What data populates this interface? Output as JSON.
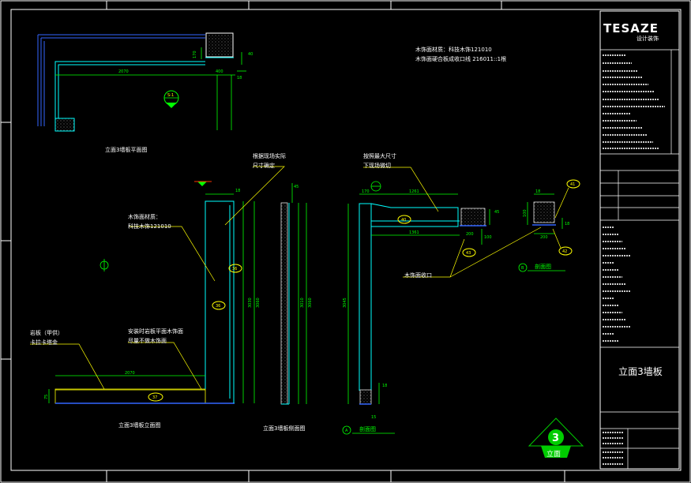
{
  "notes": {
    "material_line1": "木饰面材质：科技木饰121010",
    "material_line2": "木饰面硬合板成收口线  216011::1根"
  },
  "views": {
    "plan_title": "立面3墙板平面图",
    "elevation_title": "立面3墙板立面图",
    "section_title": "立面3墙板侧面图",
    "section_a_title": "剖面图",
    "section_b_title": "剖面图"
  },
  "labels": {
    "field_measure_1": "根据现场实际",
    "field_measure_2": "尺寸确定",
    "max_size_1": "按照最大尺寸",
    "max_size_2": "下现场微切",
    "wood_material_1": "木饰面材质：",
    "wood_material_2": "科技木饰121010",
    "rock_board_1": "岩板（甲供）",
    "rock_board_2": "卡拉卡塔金",
    "install_1": "安装时岩板平面木饰面",
    "install_2": "尽量不做木饰面",
    "edge_trim": "木饰面收口"
  },
  "dimensions": {
    "plan_width": "2070",
    "plan_small": "400",
    "plan_h": "170",
    "plan_side": "40",
    "plan_bottom": "18",
    "elev_width": "2070",
    "elev_height": "3030",
    "elev_h2": "3060",
    "elev_top": "18",
    "elev_left": "75",
    "sect_h1": "3010",
    "sect_h2": "3060",
    "sect_top": "45",
    "sa_height": "3045",
    "sa_w1": "1261",
    "sa_w2": "1361",
    "sa_top": "170",
    "sa_bot1": "18",
    "sa_bot2": "15",
    "sa_r1": "45",
    "sa_r2": "100",
    "sa_r3": "200",
    "sb_top": "18",
    "sb_left": "100",
    "sb_bottom": "200",
    "sb_r": "18"
  },
  "tags": {
    "t36a": "36",
    "t36b": "36",
    "t37": "37",
    "t40": "40",
    "t41": "41",
    "t42": "42",
    "t43": "43",
    "marker_a": "A",
    "marker_b": "B",
    "marker_s1": "S-1"
  },
  "title_block": {
    "logo": "TESAZE",
    "logo_sub": "设计装饰",
    "drawing_title": "立面3墙板",
    "sheet_number": "3",
    "sheet_type": "立面"
  },
  "colors": {
    "background": "#000000",
    "frame": "#ffffff",
    "dimension": "#00ff00",
    "wood_line": "#00ffff",
    "leader": "#ffff00",
    "tag": "#ffff00",
    "text": "#ffffff",
    "accent": "#00cc00",
    "blue": "#3366ff",
    "magenta": "#ff00ff"
  }
}
